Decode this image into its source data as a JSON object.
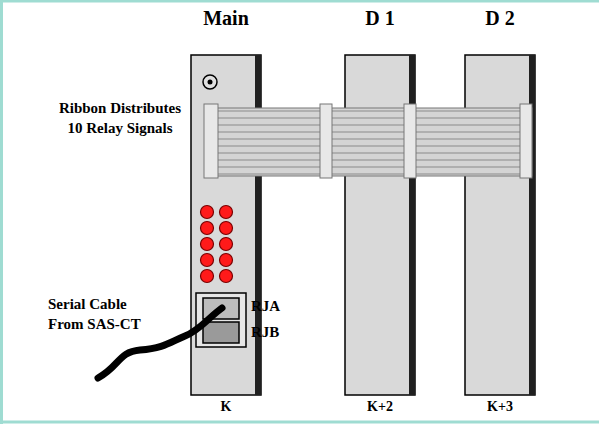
{
  "diagram": {
    "nodes": [
      {
        "text": [
          "Main",
          "K"
        ]
      },
      {
        "text": [
          "D 1",
          "K+2"
        ]
      },
      {
        "text": [
          "D 2",
          "K+3"
        ]
      }
    ],
    "labels": [
      "Ribbon Distributes 10 Relay Signals",
      "Serial Cable From SAS-CT",
      "RJA",
      "RJB"
    ]
  }
}
